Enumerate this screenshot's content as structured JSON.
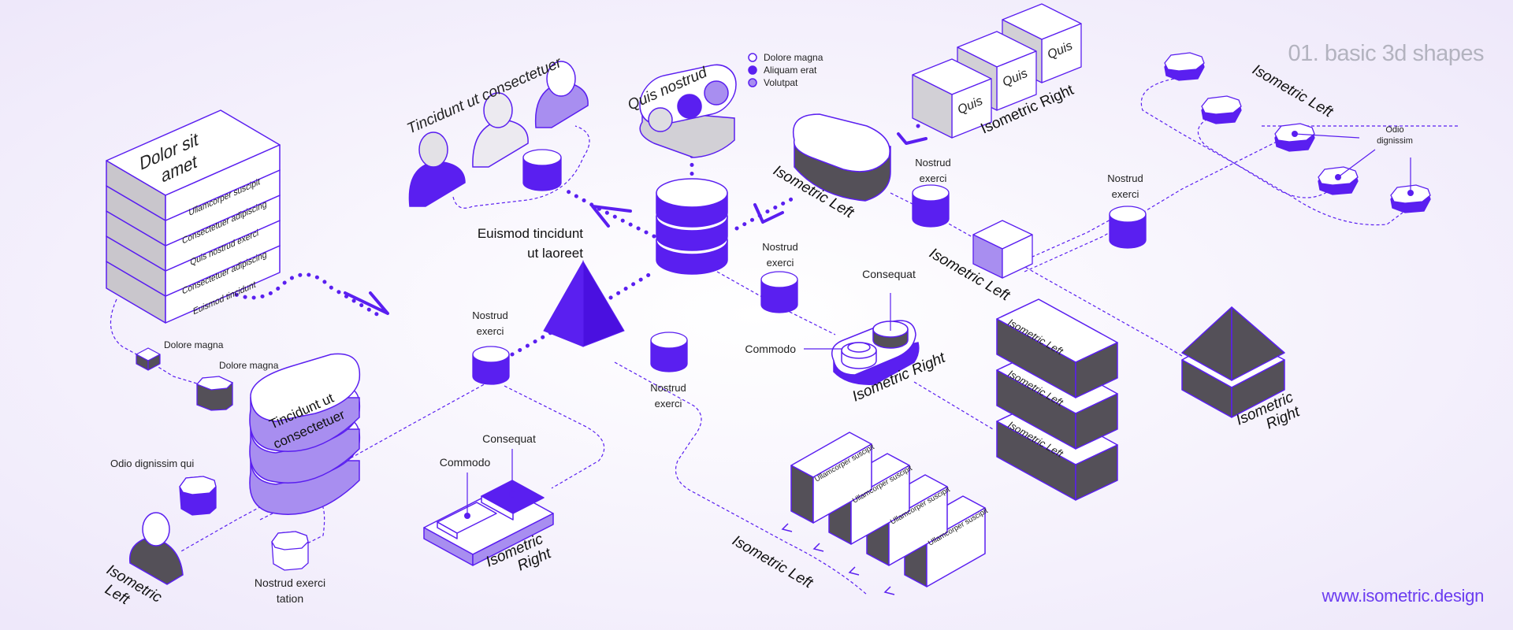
{
  "header": {
    "title": "01. basic 3d shapes"
  },
  "footer": {
    "url": "www.isometric.design"
  },
  "legend": [
    {
      "label": "Dolore magna",
      "fill": "#ffffff"
    },
    {
      "label": "Aliquam erat",
      "fill": "#5a1ff0"
    },
    {
      "label": "Volutpat",
      "fill": "#a88ef0"
    }
  ],
  "colors": {
    "accent": "#5a1ff0",
    "accent_light": "#a88ef0",
    "dark": "#545058",
    "light": "#ffffff",
    "background": "#f3effb"
  },
  "labels": {
    "tincidunt_title": "Tincidunt ut consectetuer",
    "quis_nostrud": "Quis nostrud",
    "euismod_1": "Euismod tincidunt",
    "euismod_2": "ut laoreet",
    "nostrud": "Nostrud",
    "exerci": "exerci",
    "isometric_left": "Isometric Left",
    "isometric_right": "Isometric Right",
    "isometric": "Isometric",
    "left": "Left",
    "right": "Right",
    "consequat": "Consequat",
    "commodo": "Commodo",
    "dolore_magna": "Dolore magna",
    "odio_dignissim_qui": "Odio dignissim qui",
    "odio": "Odio",
    "dignissim": "dignissim",
    "nostrud_exerci_1": "Nostrud exerci",
    "nostrud_exerci_2": "tation",
    "quis": "Quis",
    "ullamcorper": "Ullamcorper suscipit",
    "tincidunt_pill_1": "Tincidunt ut",
    "tincidunt_pill_2": "consectetuer"
  },
  "stack": {
    "top_line1": "Dolor sit",
    "top_line2": "amet",
    "layers": [
      "Ullamcorper suscipit",
      "Consectetuer adipiscing",
      "Quis nostrud exerci",
      "Consectetuer adipiscing",
      "Euismod tincidunt"
    ]
  }
}
